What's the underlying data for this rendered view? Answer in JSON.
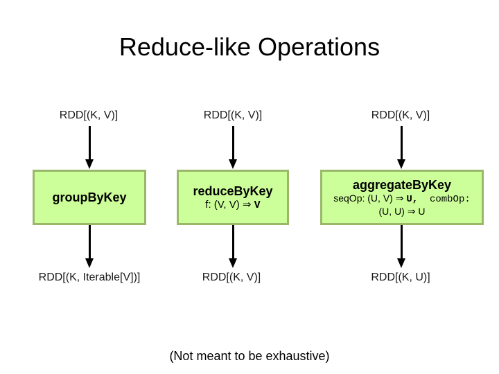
{
  "title": "Reduce-like Operations",
  "footer": "(Not meant to be exhaustive)",
  "colors": {
    "background": "#ffffff",
    "box_fill": "#ccff99",
    "box_border": "#9ab76a",
    "arrow": "#000000",
    "text": "#000000"
  },
  "columns": [
    {
      "input": "RDD[(K, V)]",
      "op": "groupByKey",
      "output": "RDD[(K, Iterable[V])]"
    },
    {
      "input": "RDD[(K, V)]",
      "op": "reduceByKey",
      "sig": {
        "pre": "f: (V, V) ⇒ ",
        "mono_bold": "V"
      },
      "output": "RDD[(K, V)]"
    },
    {
      "input": "RDD[(K, V)]",
      "op": "aggregateByKey",
      "sig": {
        "pre": "seqOp: (U, V) ⇒ ",
        "mono_bold": "U,",
        "mono": "  combOp:",
        "line2": "(U, U) ⇒ U"
      },
      "output": "RDD[(K, U)]"
    }
  ]
}
